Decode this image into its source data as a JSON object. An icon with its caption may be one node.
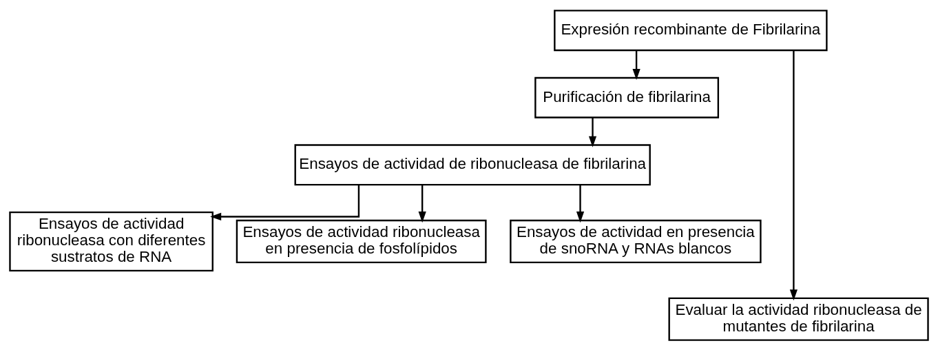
{
  "diagram": {
    "nodes": [
      {
        "text": [
          "Expresión recombinante de Fibrilarina"
        ]
      },
      {
        "text": [
          "Purificación de fibrilarina"
        ]
      },
      {
        "text": [
          "Ensayos de actividad de ribonucleasa de fibrilarina"
        ]
      },
      {
        "text": [
          "Ensayos de actividad ribonucleasa con diferentes sustratos de RNA"
        ]
      },
      {
        "text": [
          "Ensayos de actividad ribonucleasa en presencia de fosfolípidos"
        ]
      },
      {
        "text": [
          "Ensayos de actividad en presencia de snoRNA y RNAs blancos"
        ]
      },
      {
        "text": [
          "Evaluar la actividad ribonucleasa de mutantes de fibrilarina"
        ]
      }
    ],
    "edges": [
      {
        "from": 0,
        "to": 1,
        "arrow": "to"
      },
      {
        "from": 1,
        "to": 2,
        "arrow": "to"
      },
      {
        "from": 2,
        "to": 3,
        "arrow": "to"
      },
      {
        "from": 2,
        "to": 4,
        "arrow": "to"
      },
      {
        "from": 2,
        "to": 5,
        "arrow": "to"
      },
      {
        "from": 0,
        "to": 6,
        "arrow": "to"
      }
    ]
  }
}
